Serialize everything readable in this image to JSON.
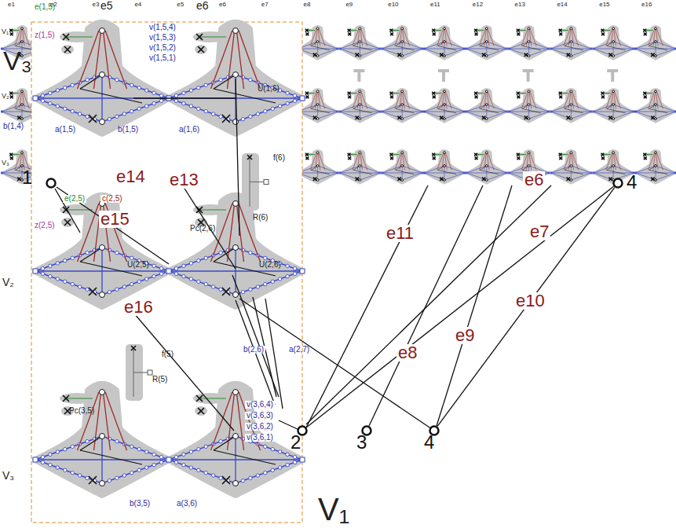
{
  "diagram": {
    "nodes": [
      {
        "text": [
          "1"
        ]
      },
      {
        "text": [
          "4"
        ]
      },
      {
        "text": [
          "2"
        ]
      },
      {
        "text": [
          "3"
        ]
      },
      {
        "text": [
          "4"
        ]
      }
    ],
    "edges": [
      {
        "from": 1,
        "to": 2,
        "arrow": "none",
        "label": "e7"
      },
      {
        "from": 1,
        "to": 4,
        "arrow": "none",
        "label": "e10"
      }
    ],
    "labels": [
      "e1",
      "e2",
      "e3",
      "e4",
      "e5",
      "e6",
      "e7",
      "e8",
      "e9",
      "e10",
      "e11",
      "e12",
      "e13",
      "e14",
      "e15",
      "e16",
      "e5",
      "e6",
      "V₁",
      "V₂",
      "V₃",
      "V₃",
      "V₂",
      "V₃",
      "V₁",
      "e(1,5)",
      "z(1,5)",
      "v(1,5,4)",
      "v(1,5,3)",
      "v(1,5,2)",
      "v(1,5,1)",
      "U(1,6)",
      "b(1,4)",
      "a(1,5)",
      "b(1,5)",
      "a(1,6)",
      "f(6)",
      "R(6)",
      "e(2,5)",
      "c(2,5)",
      "z(2,5)",
      "Pc(2,6)",
      "U(2,5)",
      "U(2,6)",
      "b(2,6)",
      "a(2,7)",
      "f(5)",
      "R(5)",
      "Pc(3,5)",
      "v(3,6,4)",
      "v(3,6,3)",
      "v(3,6,2)",
      "v(3,6,1)",
      "b(3,5)",
      "a(3,6)",
      "e14",
      "e13",
      "e15",
      "e16",
      "e11",
      "e6",
      "e8",
      "e9"
    ]
  }
}
